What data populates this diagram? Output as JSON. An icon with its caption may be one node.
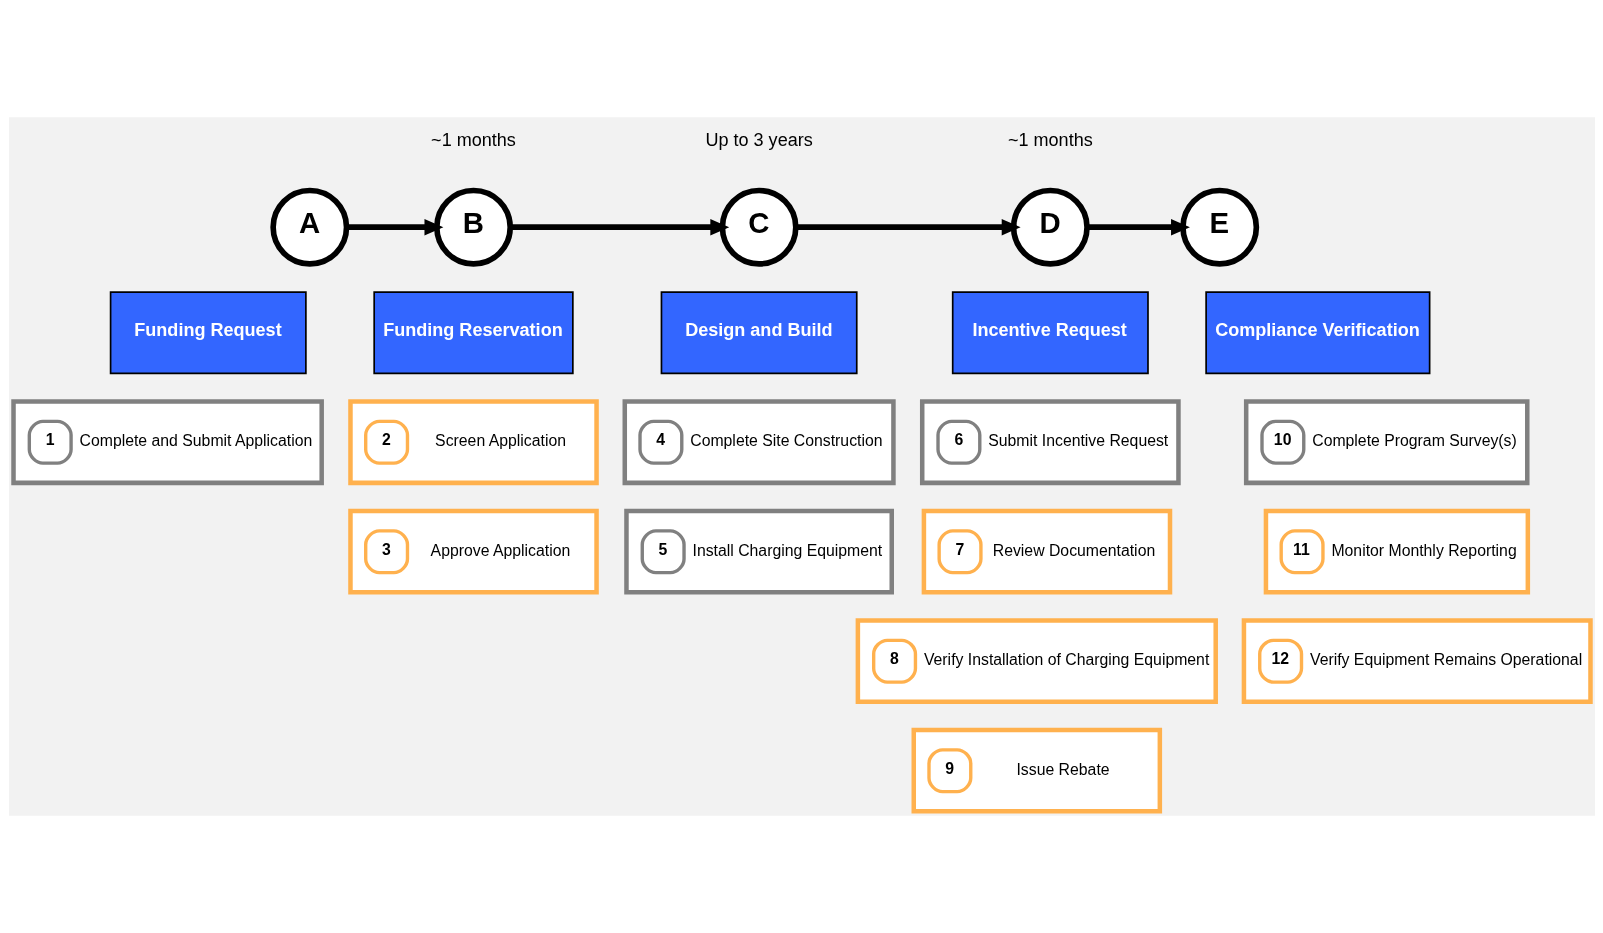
{
  "diagram": {
    "nodes": [
      {
        "text": [
          "A"
        ]
      },
      {
        "text": [
          "B"
        ],
        "beside": [
          "~1 months"
        ]
      },
      {
        "text": [
          "C"
        ],
        "beside": [
          "Up to 3 years"
        ]
      },
      {
        "text": [
          "D"
        ],
        "beside": [
          "~1 months"
        ]
      },
      {
        "text": [
          "E"
        ]
      },
      {
        "text": [
          "Funding Request"
        ]
      },
      {
        "text": [
          "Funding Reservation"
        ]
      },
      {
        "text": [
          "Design and Build"
        ]
      },
      {
        "text": [
          "Incentive Request"
        ]
      },
      {
        "text": [
          "Compliance Verification"
        ]
      },
      {
        "text": [
          "1",
          "Complete and Submit Application"
        ]
      },
      {
        "text": [
          "2",
          "Screen Application"
        ]
      },
      {
        "text": [
          "3",
          "Approve Application"
        ]
      },
      {
        "text": [
          "4",
          "Complete Site Construction"
        ]
      },
      {
        "text": [
          "5",
          "Install Charging Equipment"
        ]
      },
      {
        "text": [
          "6",
          "Submit Incentive Request"
        ]
      },
      {
        "text": [
          "7",
          "Review Documentation"
        ]
      },
      {
        "text": [
          "8",
          "Verify Installation of Charging Equipment"
        ]
      },
      {
        "text": [
          "9",
          "Issue Rebate"
        ]
      },
      {
        "text": [
          "10",
          "Complete Program Survey(s)"
        ]
      },
      {
        "text": [
          "11",
          "Monitor Monthly Reporting"
        ]
      },
      {
        "text": [
          "12",
          "Verify Equipment Remains Operational"
        ]
      }
    ],
    "edges": [
      {
        "from": 0,
        "to": 1,
        "arrow": "to"
      },
      {
        "from": 1,
        "to": 2,
        "arrow": "to"
      },
      {
        "from": 2,
        "to": 3,
        "arrow": "to"
      },
      {
        "from": 3,
        "to": 4,
        "arrow": "to"
      }
    ]
  }
}
